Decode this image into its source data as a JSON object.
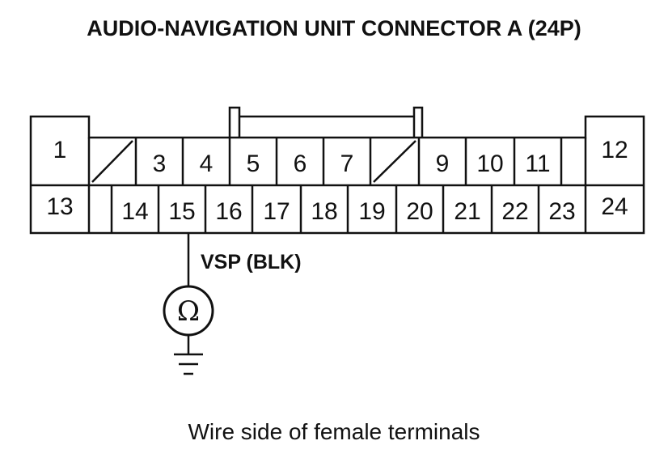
{
  "title": "AUDIO-NAVIGATION UNIT CONNECTOR A (24P)",
  "caption": "Wire side of female terminals",
  "wire_label": "VSP (BLK)",
  "meter_symbol": "Ω",
  "meter_icon": "ohmmeter-icon",
  "ground_icon": "ground-icon",
  "connector": {
    "pin_count": 24,
    "top_row": [
      "1",
      "",
      "3",
      "4",
      "5",
      "6",
      "7",
      "",
      "9",
      "10",
      "11",
      "",
      "12"
    ],
    "bottom_row": [
      "13",
      "",
      "14",
      "15",
      "16",
      "17",
      "18",
      "19",
      "20",
      "21",
      "22",
      "23",
      "24"
    ],
    "empty_cavities_top": [
      "2",
      "8"
    ],
    "probe_pin": "15"
  }
}
